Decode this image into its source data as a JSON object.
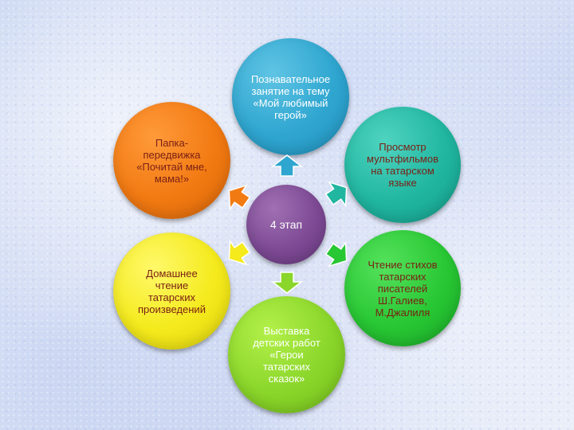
{
  "diagram": {
    "center": {
      "label": "4 этап",
      "color": "#7d4a94"
    },
    "nodes": [
      {
        "id": "top",
        "label": "Познавательное\nзанятие на тему\n«Мой любимый\nгерой»",
        "color": "#2fa6d0"
      },
      {
        "id": "upper-right",
        "label": "Просмотр\nмультфильмов\nна татарском\nязыке",
        "color": "#20b6a0"
      },
      {
        "id": "lower-right",
        "label": "Чтение стихов\nтатарских\nписателей\nШ.Галиев,\nМ.Джалиля",
        "color": "#28c734"
      },
      {
        "id": "bottom",
        "label": "Выставка\nдетских работ\n«Герои\nтатарских\nсказок»",
        "color": "#8ad62a"
      },
      {
        "id": "lower-left",
        "label": "Домашнее\nчтение\nтатарских\nпроизведений",
        "color": "#f4ea1c"
      },
      {
        "id": "upper-left",
        "label": "Папка-\nпередвижка\n«Почитай мне,\nмама!»",
        "color": "#f27a12"
      }
    ]
  }
}
